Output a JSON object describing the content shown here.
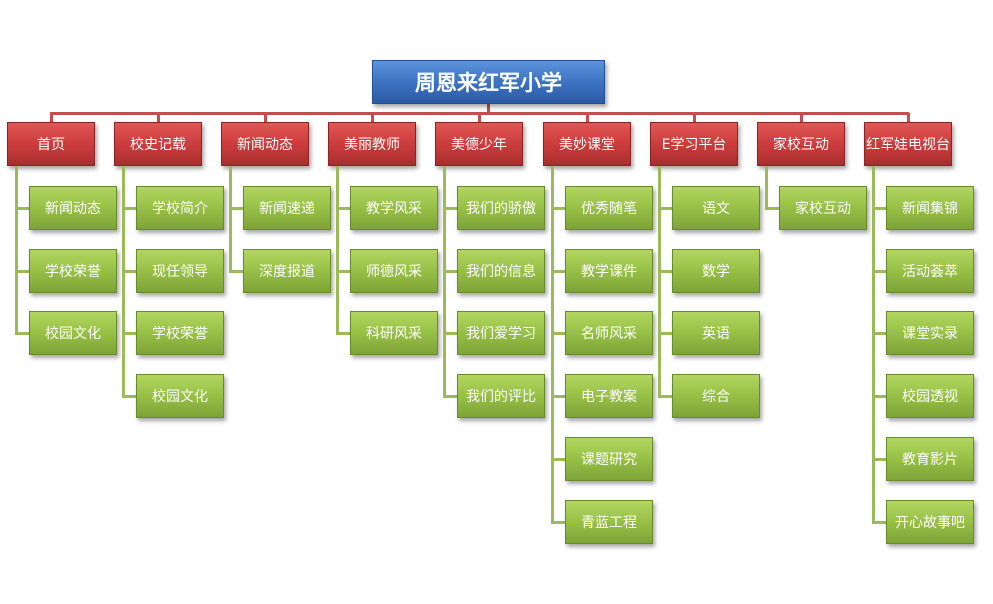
{
  "title": "周恩来红军小学",
  "colors": {
    "root": "#3a70c0",
    "category": "#cc3c3c",
    "item": "#97c046",
    "root_line": "#c0504d",
    "item_line": "#9bbb59"
  },
  "categories": [
    {
      "label": "首页",
      "children": [
        "新闻动态",
        "学校荣誉",
        "校园文化"
      ]
    },
    {
      "label": "校史记载",
      "children": [
        "学校简介",
        "现任领导",
        "学校荣誉",
        "校园文化"
      ]
    },
    {
      "label": "新闻动态",
      "children": [
        "新闻速递",
        "深度报道"
      ]
    },
    {
      "label": "美丽教师",
      "children": [
        "教学风采",
        "师德风采",
        "科研风采"
      ]
    },
    {
      "label": "美德少年",
      "children": [
        "我们的骄傲",
        "我们的信息",
        "我们爱学习",
        "我们的评比"
      ]
    },
    {
      "label": "美妙课堂",
      "children": [
        "优秀随笔",
        "教学课件",
        "名师风采",
        "电子教案",
        "课题研究",
        "青蓝工程"
      ]
    },
    {
      "label": "E学习平台",
      "children": [
        "语文",
        "数学",
        "英语",
        "综合"
      ]
    },
    {
      "label": "家校互动",
      "children": [
        "家校互动"
      ]
    },
    {
      "label": "红军娃电视台",
      "children": [
        "新闻集锦",
        "活动荟萃",
        "课堂实录",
        "校园透视",
        "教育影片",
        "开心故事吧"
      ]
    }
  ]
}
